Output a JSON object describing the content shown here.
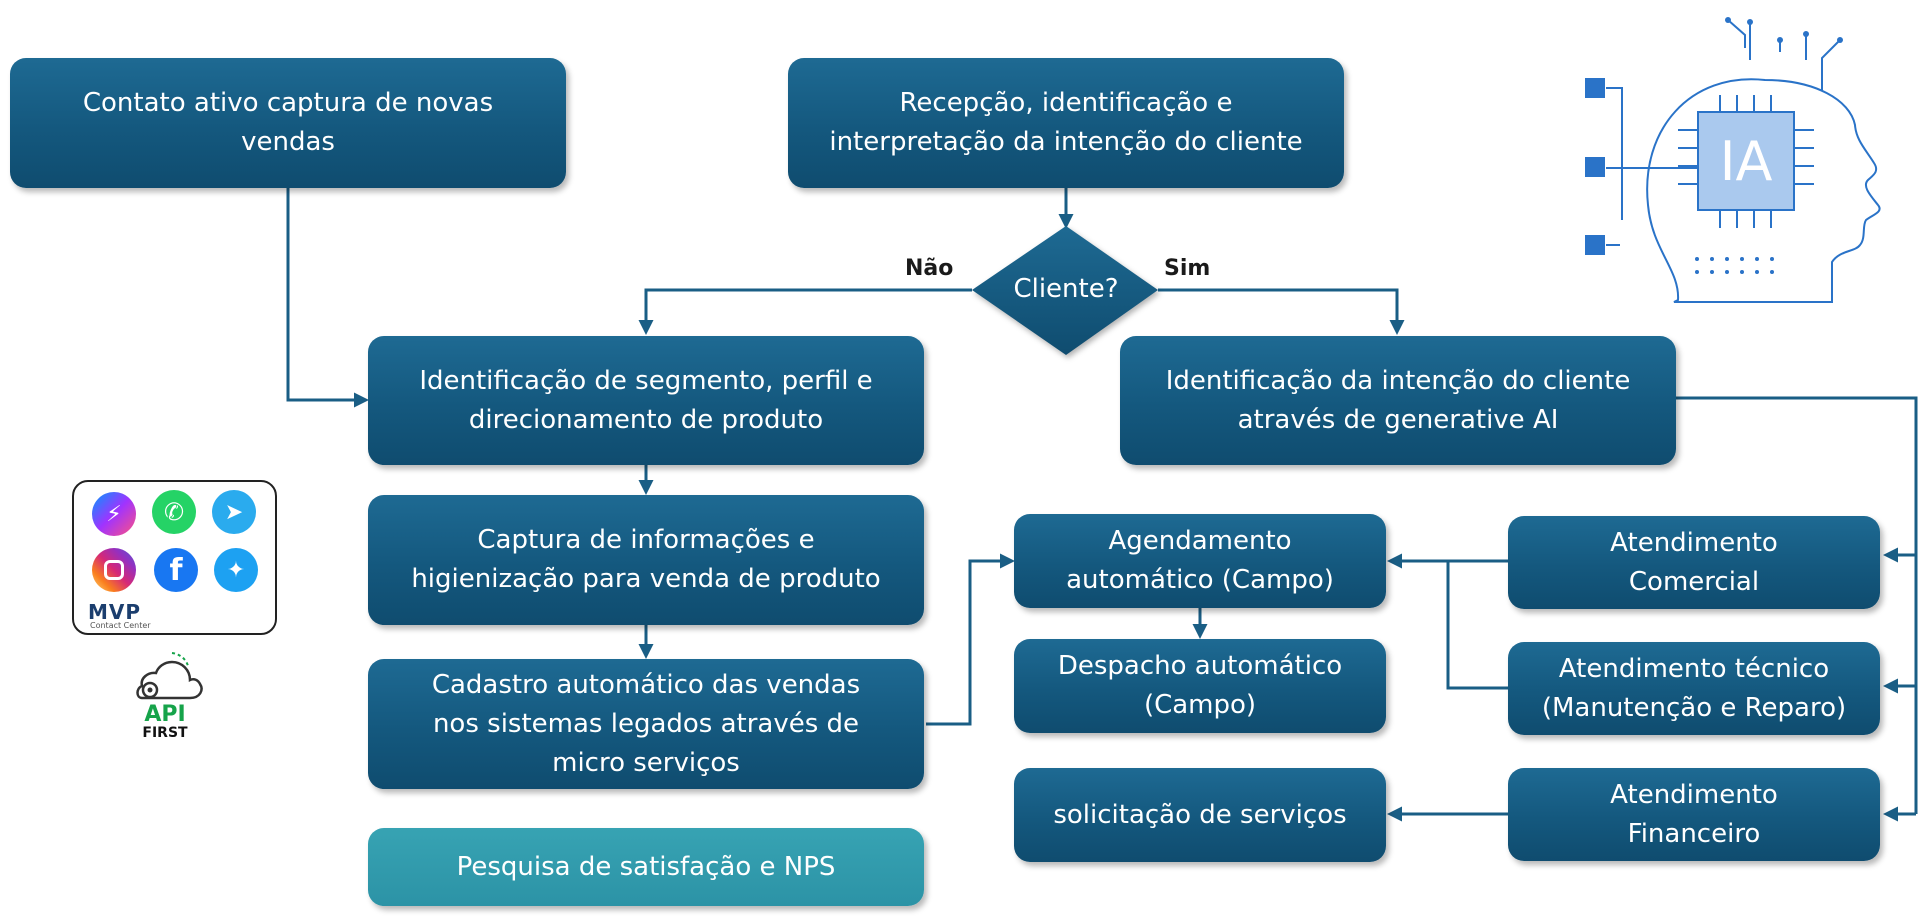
{
  "boxes": {
    "contato_ativo": "Contato ativo captura de novas\nvendas",
    "recepcao": "Recepção, identificação e\ninterpretação da intenção do cliente",
    "identificacao_segmento": "Identificação de segmento, perfil e\ndirecionamento de produto",
    "identificacao_intencao": "Identificação da intenção do cliente\natravés de generative AI",
    "captura_informacoes": "Captura de informações e\nhigienização para venda de produto",
    "cadastro_automatico": "Cadastro automático das vendas\nnos sistemas legados através de\nmicro serviços",
    "pesquisa_satisfacao": "Pesquisa de satisfação e NPS",
    "agendamento": "Agendamento\nautomático (Campo)",
    "despacho": "Despacho automático\n(Campo)",
    "solicitacao": "solicitação de serviços",
    "atendimento_comercial": "Atendimento\nComercial",
    "atendimento_tecnico": "Atendimento técnico\n(Manutenção e Reparo)",
    "atendimento_financeiro": "Atendimento\nFinanceiro"
  },
  "decision": {
    "label": "Cliente?",
    "no_label": "Não",
    "yes_label": "Sim"
  },
  "ia_graphic": {
    "text": "IA",
    "color": "#2a73c8"
  },
  "channels": {
    "icons": [
      "messenger-icon",
      "whatsapp-icon",
      "telegram-icon",
      "instagram-icon",
      "facebook-icon",
      "twitter-icon"
    ],
    "brand": "MVP",
    "brand_sub": "Contact Center"
  },
  "api": {
    "title": "API",
    "subtitle": "FIRST"
  },
  "colors": {
    "box": "#14587e",
    "teal": "#2f9bac",
    "line": "#1a5e85"
  }
}
